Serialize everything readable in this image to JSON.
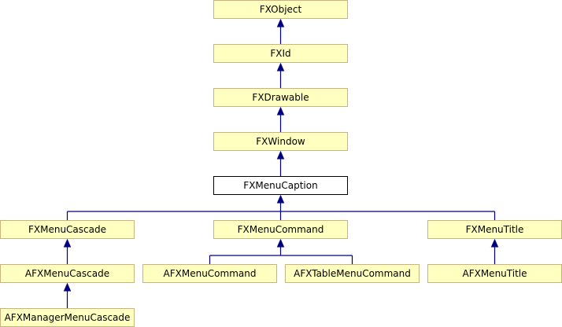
{
  "diagram": {
    "nodes": [
      {
        "id": "fxobject",
        "label": "FXObject",
        "kind": "normal"
      },
      {
        "id": "fxid",
        "label": "FXId",
        "kind": "normal"
      },
      {
        "id": "fxdrawable",
        "label": "FXDrawable",
        "kind": "normal"
      },
      {
        "id": "fxwindow",
        "label": "FXWindow",
        "kind": "normal"
      },
      {
        "id": "fxmenucaption",
        "label": "FXMenuCaption",
        "kind": "current"
      },
      {
        "id": "fxmenucascade",
        "label": "FXMenuCascade",
        "kind": "normal"
      },
      {
        "id": "fxmenucommand",
        "label": "FXMenuCommand",
        "kind": "normal"
      },
      {
        "id": "fxmenutitle",
        "label": "FXMenuTitle",
        "kind": "normal"
      },
      {
        "id": "afxmenucascade",
        "label": "AFXMenuCascade",
        "kind": "normal"
      },
      {
        "id": "afxmenucommand",
        "label": "AFXMenuCommand",
        "kind": "normal"
      },
      {
        "id": "afxtablemenucommand",
        "label": "AFXTableMenuCommand",
        "kind": "normal"
      },
      {
        "id": "afxmenutitle",
        "label": "AFXMenuTitle",
        "kind": "normal"
      },
      {
        "id": "afxmanagermenucascade",
        "label": "AFXManagerMenuCascade",
        "kind": "normal"
      }
    ],
    "edges": [
      {
        "from": "fxid",
        "to": "fxobject"
      },
      {
        "from": "fxdrawable",
        "to": "fxid"
      },
      {
        "from": "fxwindow",
        "to": "fxdrawable"
      },
      {
        "from": "fxmenucaption",
        "to": "fxwindow"
      },
      {
        "from": "fxmenucascade",
        "to": "fxmenucaption"
      },
      {
        "from": "fxmenucommand",
        "to": "fxmenucaption"
      },
      {
        "from": "fxmenutitle",
        "to": "fxmenucaption"
      },
      {
        "from": "afxmenucascade",
        "to": "fxmenucascade"
      },
      {
        "from": "afxmanagermenucascade",
        "to": "afxmenucascade"
      },
      {
        "from": "afxmenucommand",
        "to": "fxmenucommand"
      },
      {
        "from": "afxtablemenucommand",
        "to": "fxmenucommand"
      },
      {
        "from": "afxmenutitle",
        "to": "fxmenutitle"
      }
    ],
    "colors": {
      "node_fill": "#ffffc0",
      "node_border": "#c9b37f",
      "current_fill": "#ffffff",
      "edge": "#000080"
    }
  }
}
